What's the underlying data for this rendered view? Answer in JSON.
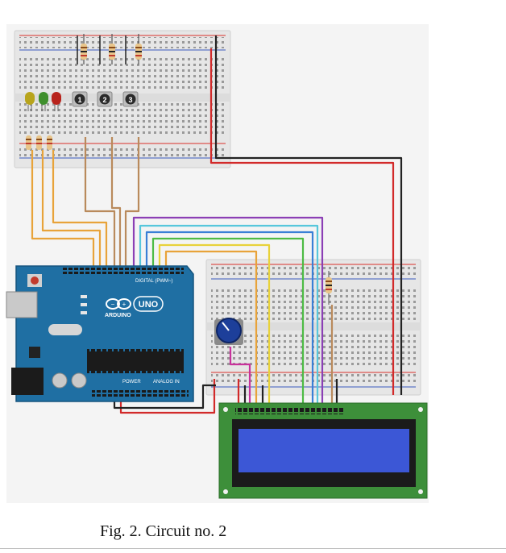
{
  "caption": "Fig. 2. Circuit no. 2",
  "buttons": [
    "1",
    "2",
    "3"
  ],
  "arduino": {
    "brand": "ARDUINO",
    "model": "UNO",
    "digital_label": "DIGITAL (PWM~)",
    "power_label": "POWER",
    "analog_label": "ANALOG IN"
  },
  "colors": {
    "board_blue": "#1f6fa3",
    "lcd_green": "#3d8f3a",
    "lcd_screen": "#3c57d6",
    "breadboard": "#ececec",
    "rail_red": "#d9302b",
    "rail_blue": "#3b5bbf",
    "wire_orange": "#e8a33a",
    "wire_brown": "#b98a5c",
    "wire_purple": "#8b3fb5",
    "wire_cyan": "#57c7dc",
    "wire_blue": "#3a7fd6",
    "wire_green": "#4dbb44",
    "wire_yellow": "#e8d23a",
    "wire_black": "#222222",
    "wire_red": "#d22a2a",
    "wire_magenta": "#c8329b"
  }
}
